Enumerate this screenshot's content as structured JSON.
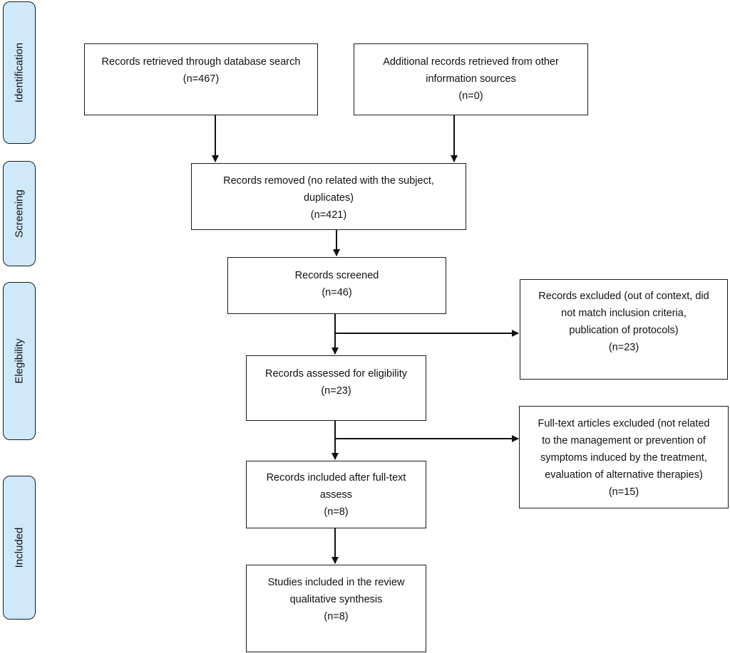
{
  "stages": [
    {
      "id": "identification",
      "label": "Identification"
    },
    {
      "id": "screening",
      "label": "Screening"
    },
    {
      "id": "eligibility",
      "label": "Elegibility"
    },
    {
      "id": "included",
      "label": "Included"
    }
  ],
  "boxes": {
    "database_search": {
      "lines": [
        "Records retrieved through database search",
        "(n=467)"
      ]
    },
    "other_sources": {
      "lines": [
        "Additional records retrieved from other",
        "information sources",
        "(n=0)"
      ]
    },
    "records_removed": {
      "lines": [
        "Records removed (no related with the subject,",
        "duplicates)",
        "(n=421)"
      ]
    },
    "records_screened": {
      "lines": [
        "Records screened",
        "(n=46)"
      ]
    },
    "records_excluded": {
      "lines": [
        "Records excluded (out of context, did",
        "not match inclusion criteria,",
        "publication of protocols)",
        "(n=23)"
      ]
    },
    "assessed_eligibility": {
      "lines": [
        "Records assessed for eligibility",
        "(n=23)"
      ]
    },
    "fulltext_excluded": {
      "lines": [
        "Full-text articles excluded (not related",
        "to the management or prevention of",
        "symptoms induced by the treatment,",
        "evaluation of alternative therapies)",
        "(n=15)"
      ]
    },
    "included_fulltext": {
      "lines": [
        "Records included after full-text",
        "assess",
        "(n=8)"
      ]
    },
    "studies_included": {
      "lines": [
        "Studies included in the review",
        "qualitative synthesis",
        "(n=8)"
      ]
    }
  }
}
